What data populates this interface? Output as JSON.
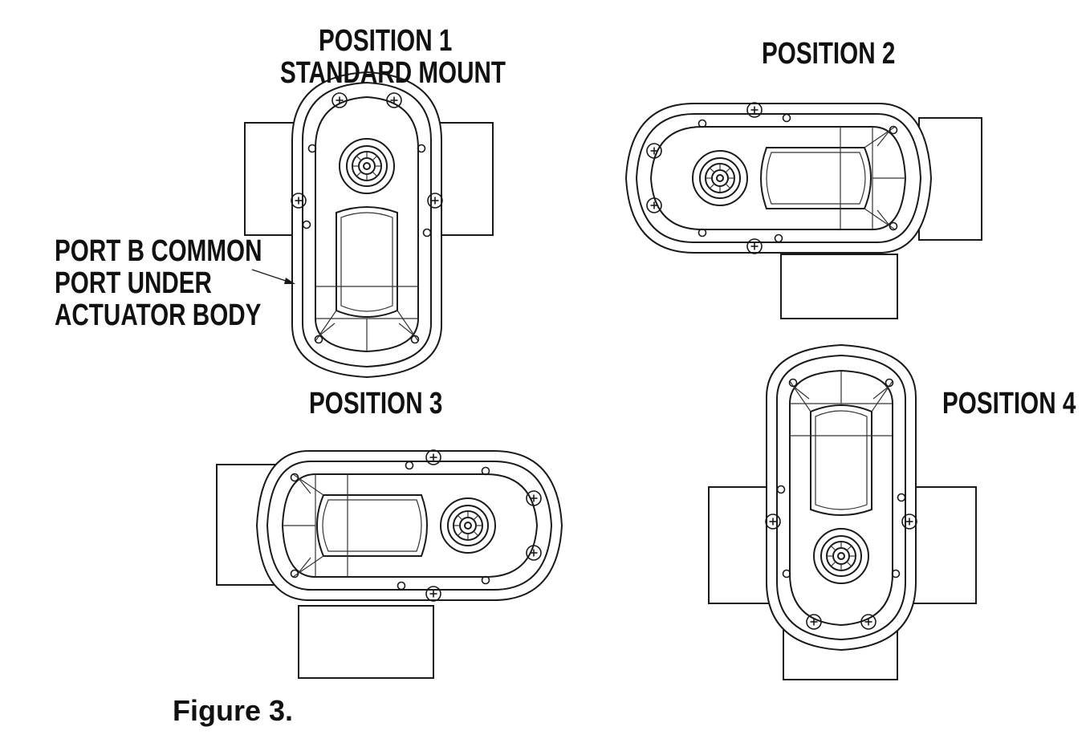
{
  "positions": [
    {
      "id": "1",
      "title_line1": "POSITION 1",
      "title_line2": "STANDARD MOUNT"
    },
    {
      "id": "2",
      "title_line1": "POSITION 2"
    },
    {
      "id": "3",
      "title_line1": "POSITION 3"
    },
    {
      "id": "4",
      "title_line1": "POSITION 4"
    }
  ],
  "callout": {
    "line1": "PORT B COMMON",
    "line2": "PORT UNDER",
    "line3": "ACTUATOR BODY"
  },
  "caption": "Figure 3."
}
